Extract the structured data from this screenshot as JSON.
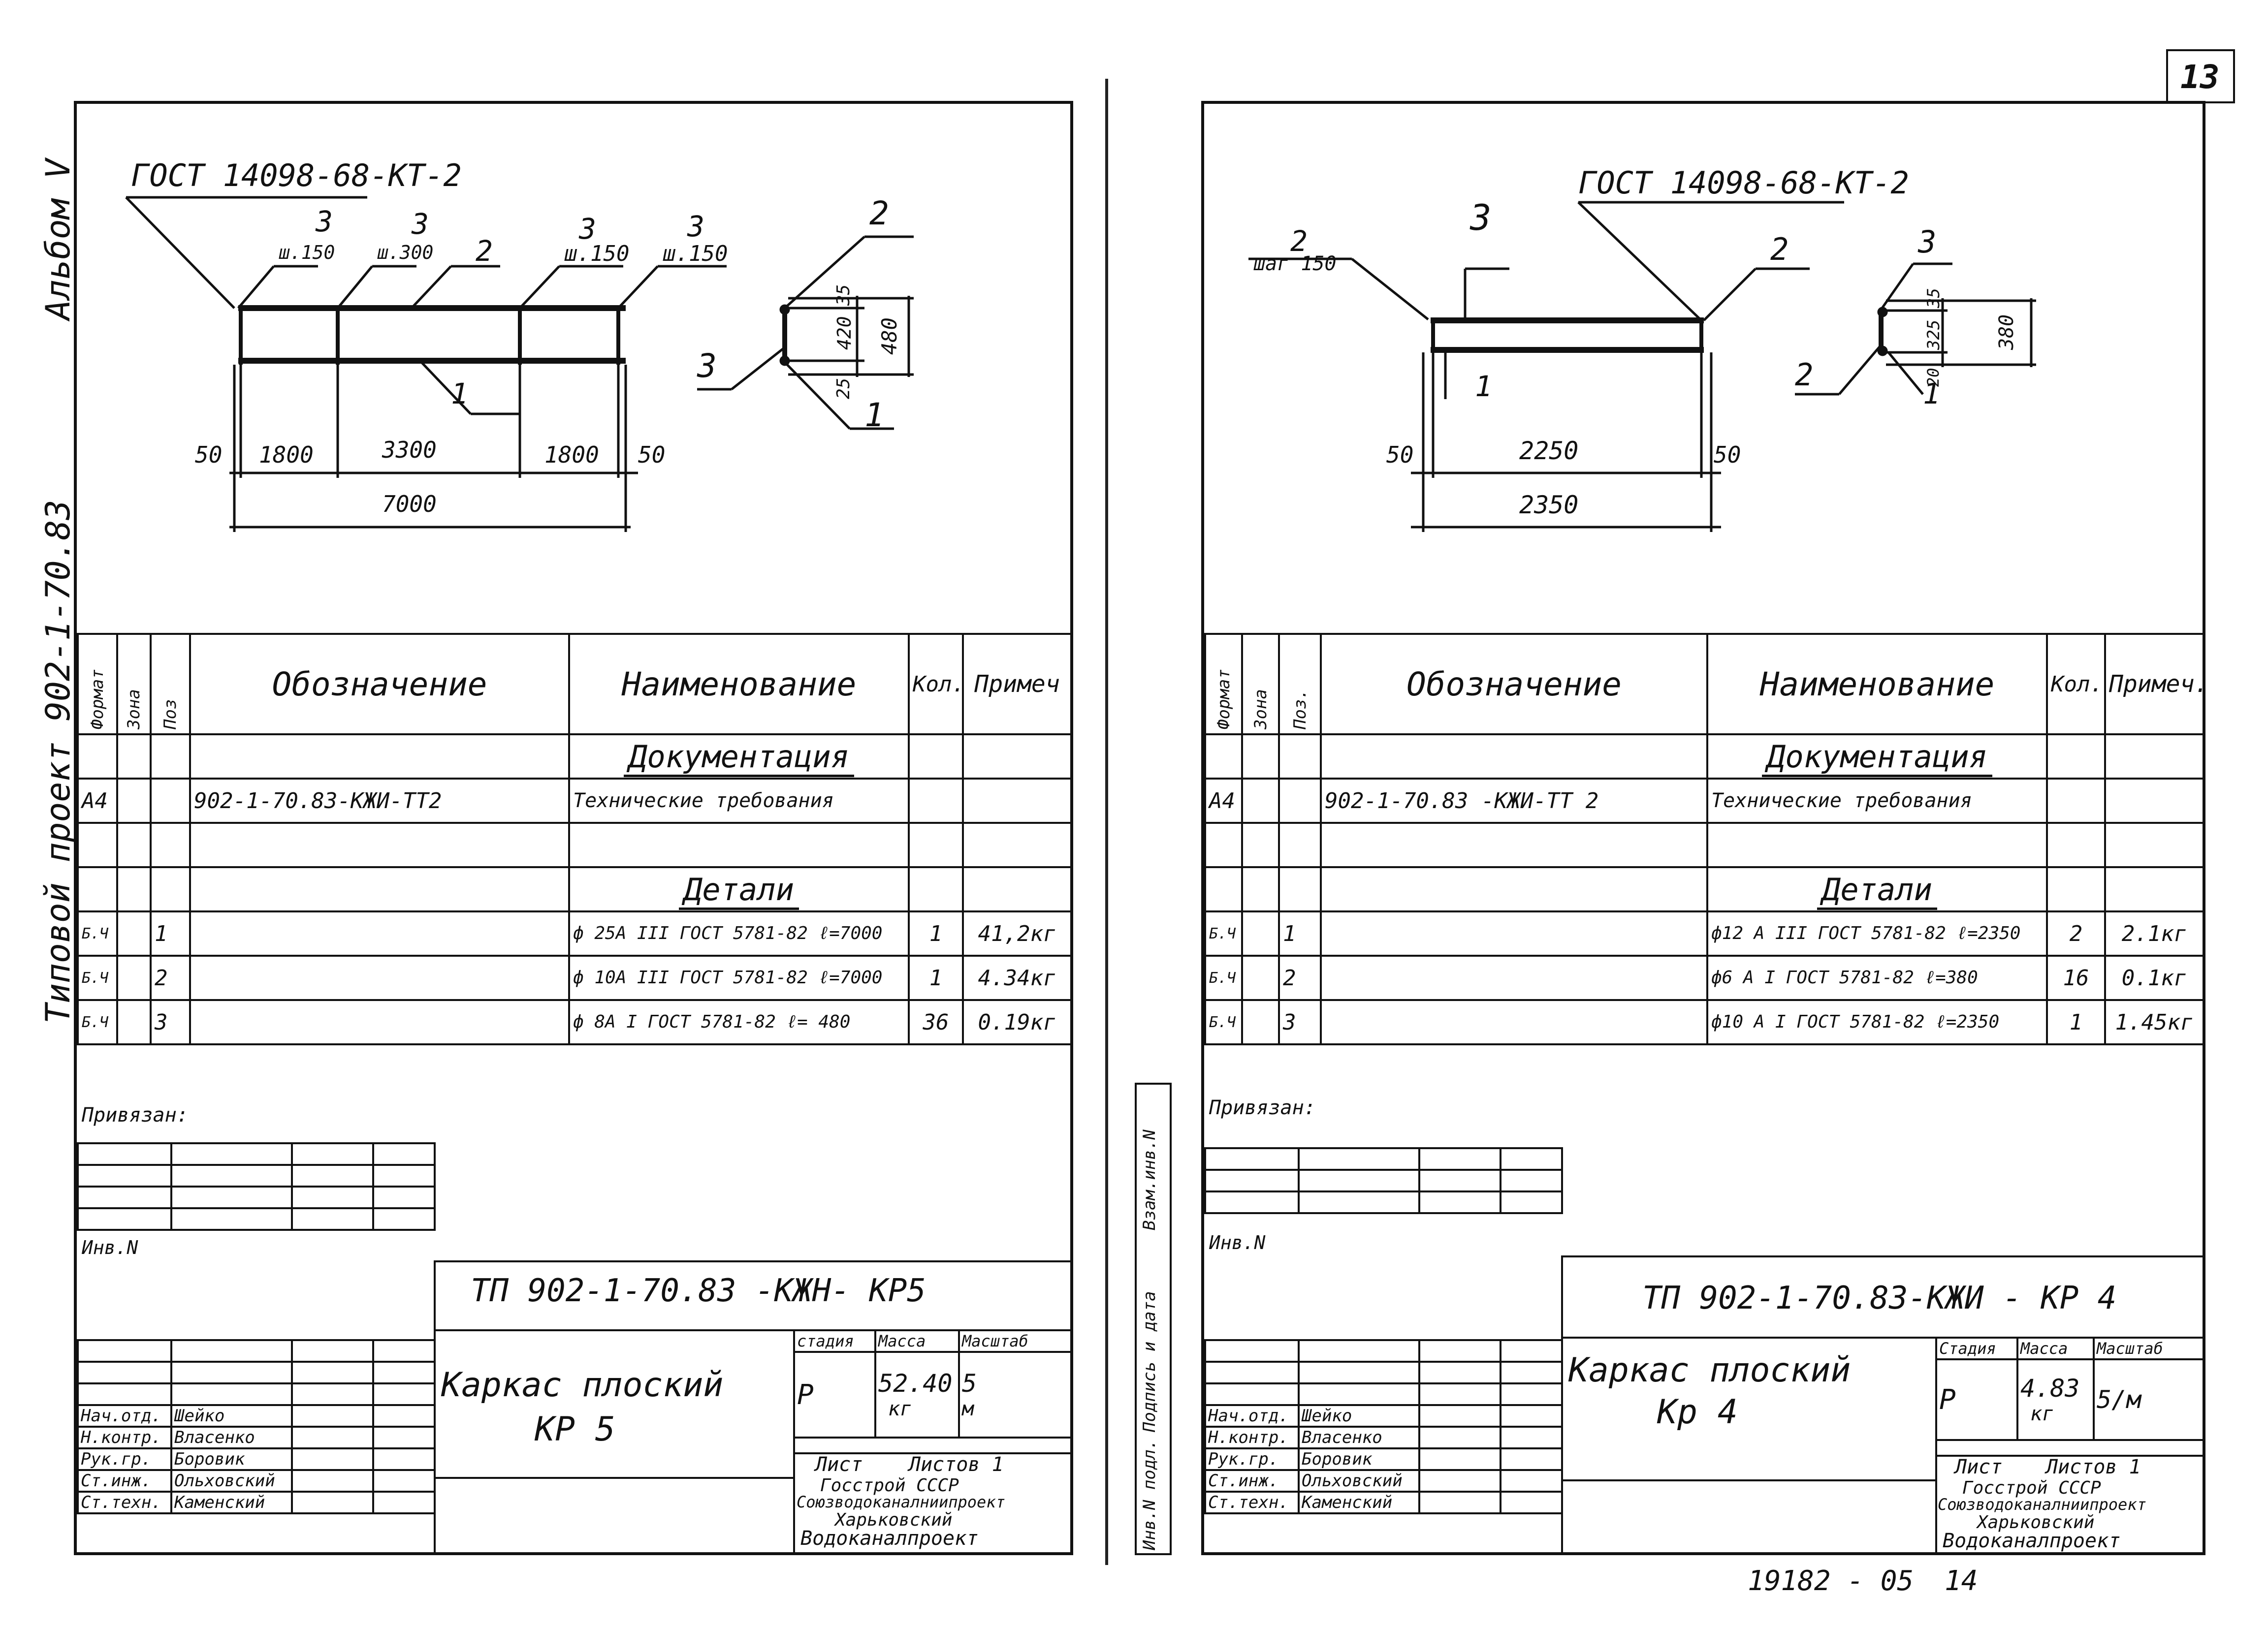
{
  "page_number": "13",
  "album": "Альбом V",
  "project": "Типовой проект 902-1-70.83",
  "footer": {
    "code": "19182 - 05",
    "number": "14"
  },
  "left": {
    "drawing": {
      "gost": "ГОСТ 14098-68-КТ-2",
      "callouts": [
        "3",
        "3",
        "2",
        "3",
        "3",
        "1",
        "2",
        "3",
        "1"
      ],
      "pitch": [
        "ш.150",
        "ш.300",
        "ш.150",
        "ш.150"
      ],
      "dims": [
        "50",
        "1800",
        "3300",
        "1800",
        "50",
        "7000"
      ],
      "section_dims": [
        "35",
        "420",
        "25",
        "480"
      ]
    },
    "spec": {
      "headers": {
        "format": "Формат",
        "zone": "Зона",
        "pos": "Поз",
        "designation": "Обозначение",
        "name": "Наименование",
        "qty": "Кол.",
        "note": "Примеч"
      },
      "doc_section": "Документация",
      "doc_row": {
        "format": "А4",
        "designation": "902-1-70.83-КЖИ-ТТ2",
        "name": "Технические требования"
      },
      "parts_section": "Детали",
      "parts": [
        {
          "format": "Б.Ч",
          "pos": "1",
          "name": "ф 25А III ГОСТ 5781-82 ℓ=7000",
          "qty": "1",
          "note": "41,2кг"
        },
        {
          "format": "Б.Ч",
          "pos": "2",
          "name": "ф 10А III ГОСТ 5781-82 ℓ=7000",
          "qty": "1",
          "note": "4.34кг"
        },
        {
          "format": "Б.Ч",
          "pos": "3",
          "name": "ф 8А I ГОСТ 5781-82 ℓ= 480",
          "qty": "36",
          "note": "0.19кг"
        }
      ]
    },
    "title_block": {
      "bound": "Привязан:",
      "inv": "Инв.N",
      "doc_code": "ТП 902-1-70.83 -КЖН- КР5",
      "name_line1": "Каркас плоский",
      "name_line2": "КР 5",
      "stage_label": "стадия",
      "mass_label": "Масса",
      "scale_label": "Масштаб",
      "stage": "Р",
      "mass": "52.40",
      "mass_unit": "кг",
      "scale_top": "5",
      "scale_bottom": "м",
      "sheet_label": "Лист",
      "sheets_label": "Листов 1",
      "org1": "Госстрой СССР",
      "org2": "Союзводоканалниипроект",
      "org3": "Харьковский",
      "org4": "Водоканалпроект",
      "signers": [
        {
          "role": "Нач.отд.",
          "name": "Шейко"
        },
        {
          "role": "Н.контр.",
          "name": "Власенко"
        },
        {
          "role": "Рук.гр.",
          "name": "Боровик"
        },
        {
          "role": "Ст.инж.",
          "name": "Ольховский"
        },
        {
          "role": "Ст.техн.",
          "name": "Каменский"
        }
      ]
    }
  },
  "right": {
    "drawing": {
      "gost": "ГОСТ 14098-68-КТ-2",
      "callouts": [
        "2",
        "3",
        "2",
        "1",
        "3",
        "2",
        "1"
      ],
      "pitch": [
        "шаг 150"
      ],
      "dims": [
        "50",
        "2250",
        "50",
        "2350"
      ],
      "section_dims": [
        "35",
        "325",
        "20",
        "380"
      ]
    },
    "spec": {
      "headers": {
        "format": "Формат",
        "zone": "Зона",
        "pos": "Поз.",
        "designation": "Обозначение",
        "name": "Наименование",
        "qty": "Кол.",
        "note": "Примеч."
      },
      "doc_section": "Документация",
      "doc_row": {
        "format": "А4",
        "designation": "902-1-70.83 -КЖИ-ТТ 2",
        "name": "Технические требования"
      },
      "parts_section": "Детали",
      "parts": [
        {
          "format": "Б.Ч",
          "pos": "1",
          "name": "ф12 А III ГОСТ 5781-82 ℓ=2350",
          "qty": "2",
          "note": "2.1кг"
        },
        {
          "format": "Б.Ч",
          "pos": "2",
          "name": "ф6 А I ГОСТ 5781-82 ℓ=380",
          "qty": "16",
          "note": "0.1кг"
        },
        {
          "format": "Б.Ч",
          "pos": "3",
          "name": "ф10 А I ГОСТ 5781-82 ℓ=2350",
          "qty": "1",
          "note": "1.45кг"
        }
      ]
    },
    "side_labels": [
      "Взам.инв.N",
      "Подпись и дата",
      "Инв.N подл."
    ],
    "title_block": {
      "bound": "Привязан:",
      "inv": "Инв.N",
      "doc_code": "ТП 902-1-70.83-КЖИ - КР 4",
      "name_line1": "Каркас плоский",
      "name_line2": "Кр 4",
      "stage_label": "Стадия",
      "mass_label": "Масса",
      "scale_label": "Масштаб",
      "stage": "Р",
      "mass": "4.83",
      "mass_unit": "кг",
      "scale_top": "5/м",
      "scale_bottom": "",
      "sheet_label": "Лист",
      "sheets_label": "Листов 1",
      "org1": "Госстрой СССР",
      "org2": "Союзводоканалниипроект",
      "org3": "Харьковский",
      "org4": "Водоканалпроект",
      "signers": [
        {
          "role": "Нач.отд.",
          "name": "Шейко"
        },
        {
          "role": "Н.контр.",
          "name": "Власенко"
        },
        {
          "role": "Рук.гр.",
          "name": "Боровик"
        },
        {
          "role": "Ст.инж.",
          "name": "Ольховский"
        },
        {
          "role": "Ст.техн.",
          "name": "Каменский"
        }
      ]
    }
  }
}
